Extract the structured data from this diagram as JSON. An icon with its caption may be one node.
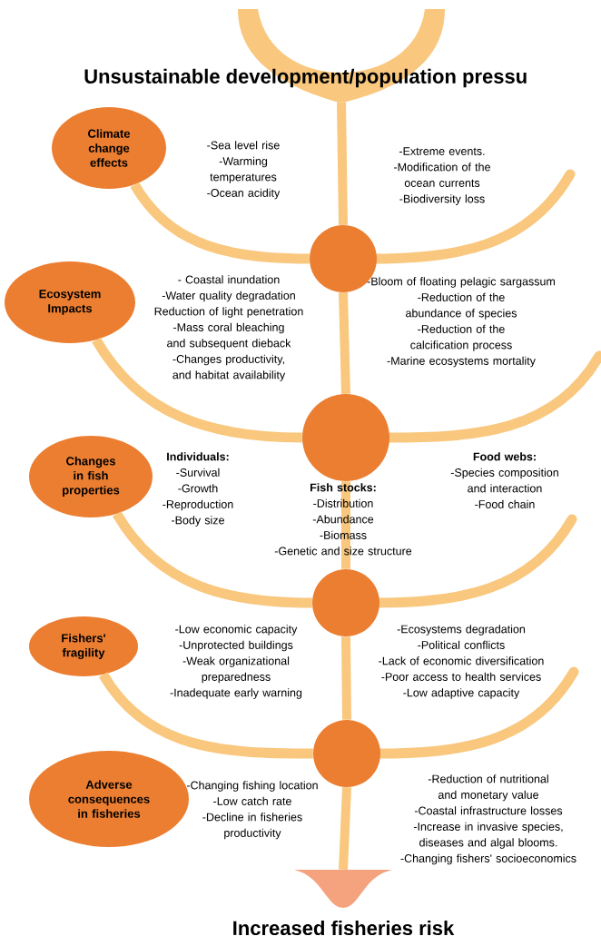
{
  "diagram": {
    "title": "Unsustainable development/population pressu",
    "caption": "Increased fisheries risk",
    "nodes": [
      {
        "text": [],
        "shape": "funnel"
      },
      {
        "text": [
          "Climate change effects"
        ]
      },
      {
        "text": [
          "Ecosystem Impacts"
        ]
      },
      {
        "text": [
          "Changes in fish properties"
        ]
      },
      {
        "text": [
          "Fishers' fragility"
        ]
      },
      {
        "text": [
          "Adverse consequences in fisheries"
        ]
      },
      {
        "text": [],
        "shape": "circle"
      },
      {
        "text": [],
        "shape": "circle"
      },
      {
        "text": [],
        "shape": "circle"
      },
      {
        "text": [],
        "shape": "circle"
      },
      {
        "text": [],
        "shape": "funnel"
      }
    ],
    "edges": [
      {
        "from": 0,
        "to": 6,
        "arrow": "none"
      },
      {
        "from": 1,
        "to": 6,
        "arrow": "none"
      },
      {
        "from": 6,
        "to": 7,
        "arrow": "none"
      },
      {
        "from": 2,
        "to": 7,
        "arrow": "none"
      },
      {
        "from": 7,
        "to": 8,
        "arrow": "none"
      },
      {
        "from": 3,
        "to": 8,
        "arrow": "none"
      },
      {
        "from": 8,
        "to": 9,
        "arrow": "none"
      },
      {
        "from": 4,
        "to": 9,
        "arrow": "none"
      },
      {
        "from": 9,
        "to": 10,
        "arrow": "none"
      }
    ],
    "labels": [
      "-Sea level rise",
      "-Warming temperatures",
      "-Ocean acidity",
      "-Extreme events.",
      "-Modification of the ocean currents",
      "-Biodiversity loss",
      "- Coastal inundation",
      "-Water quality degradation",
      "Reduction of light penetration",
      "-Mass coral bleaching and subsequent dieback",
      "-Changes productivity, and habitat availability",
      "-Bloom of floating pelagic sargassum",
      "-Reduction of the abundance of species",
      "-Reduction of the calcification process",
      "-Marine ecosystems mortality",
      "Individuals:",
      "-Survival",
      "-Growth",
      "-Reproduction",
      "-Body size",
      "Fish stocks:",
      "-Distribution",
      "-Abundance",
      "-Biomass",
      "-Genetic and size structure",
      "Food webs:",
      "-Species composition and interaction",
      "-Food chain",
      "-Low economic capacity",
      "-Unprotected buildings",
      "-Weak organizational preparedness",
      "-Inadequate early warning",
      "-Ecosystems degradation",
      "-Political conflicts",
      "-Lack of economic diversification",
      "-Poor access to health services",
      "-Low adaptive capacity",
      "-Changing fishing location",
      "-Low catch rate",
      "-Decline in fisheries productivity",
      "-Reduction of nutritional and monetary value",
      "-Coastal infrastructure losses",
      "-Increase in invasive species, diseases and algal blooms.",
      "-Changing fishers' socioeconomics"
    ]
  }
}
